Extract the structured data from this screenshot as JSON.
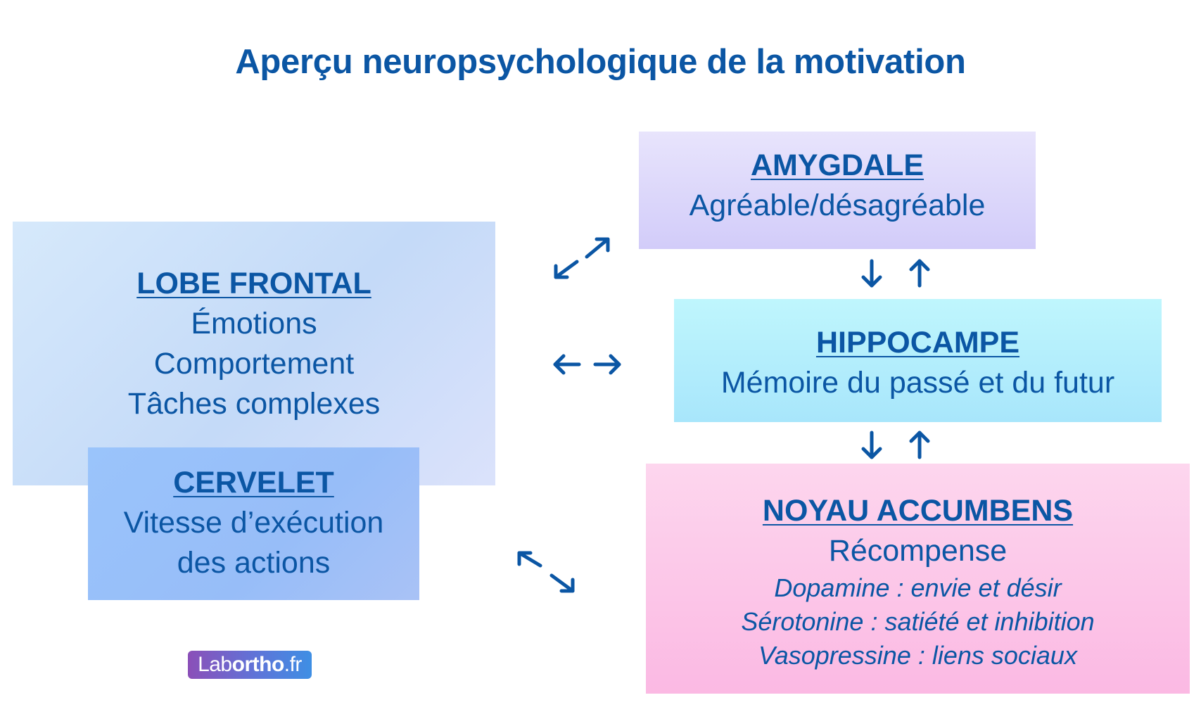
{
  "title": "Aperçu neuropsychologique de la motivation",
  "lobe_frontal": {
    "heading": "LOBE FRONTAL",
    "lines": [
      "Émotions",
      "Comportement",
      "Tâches complexes"
    ]
  },
  "cervelet": {
    "heading": "CERVELET",
    "lines": [
      "Vitesse d’exécution",
      "des actions"
    ]
  },
  "amygdale": {
    "heading": "AMYGDALE",
    "lines": [
      "Agréable/désagréable"
    ]
  },
  "hippocampe": {
    "heading": "HIPPOCAMPE",
    "lines": [
      "Mémoire du passé et du futur"
    ]
  },
  "noyau_accumbens": {
    "heading": "NOYAU ACCUMBENS",
    "lines": [
      "Récompense"
    ],
    "neurotransmitters": [
      "Dopamine : envie et désir",
      "Sérotonine : satiété et inhibition",
      "Vasopressine : liens sociaux"
    ]
  },
  "logo": {
    "part1": "Lab",
    "part2": "ortho",
    "part3": ".fr"
  },
  "colors": {
    "text": "#0b56a4",
    "lobe_frontal": "#cfe2fa",
    "cervelet": "#9cc2f9",
    "amygdale": "#ddd8fb",
    "hippocampe": "#b5eefc",
    "noyau_accumbens": "#fcc7e9"
  }
}
